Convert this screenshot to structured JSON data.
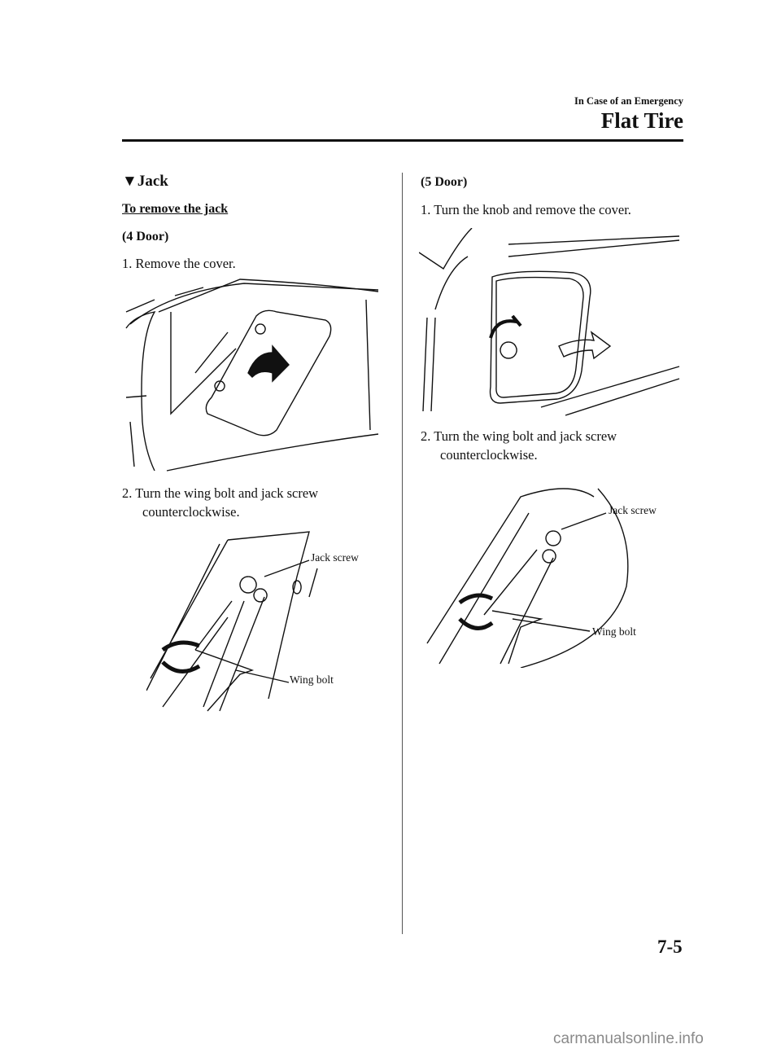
{
  "header": {
    "section": "In Case of an Emergency",
    "title": "Flat Tire"
  },
  "left": {
    "heading_marker": "▼",
    "heading": "Jack",
    "subheading": "To remove the jack",
    "variant": "(4 Door)",
    "step1": "1. Remove the cover.",
    "step2_line1": "2. Turn the wing bolt and jack screw",
    "step2_line2": "counterclockwise.",
    "fig2_labels": {
      "jack_screw": "Jack screw",
      "wing_bolt": "Wing bolt"
    }
  },
  "right": {
    "variant": "(5 Door)",
    "step1": "1. Turn the knob and remove the cover.",
    "step2_line1": "2. Turn the wing bolt and jack screw",
    "step2_line2": "counterclockwise.",
    "fig2_labels": {
      "jack_screw": "Jack screw",
      "wing_bolt": "Wing bolt"
    }
  },
  "footer": {
    "page_number": "7-5",
    "watermark": "carmanualsonline.info"
  }
}
